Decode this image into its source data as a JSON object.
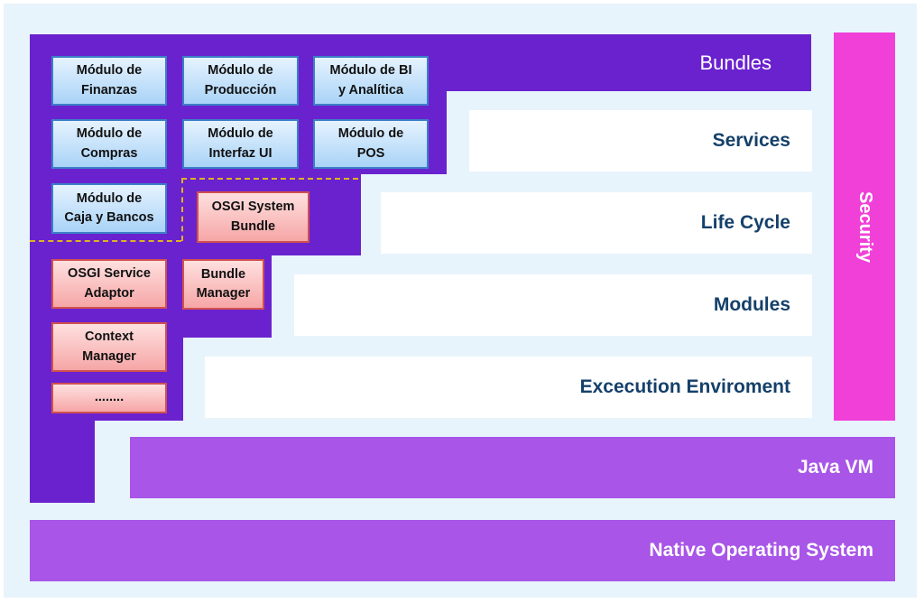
{
  "layers": {
    "bundles": "Bundles",
    "services": "Services",
    "life_cycle": "Life Cycle",
    "modules": "Modules",
    "execution": "Excecution Enviroment",
    "java_vm": "Java VM",
    "native_os": "Native Operating System",
    "security": "Security"
  },
  "app_modules": [
    {
      "label": "Módulo de\nFinanzas"
    },
    {
      "label": "Módulo de\nProducción"
    },
    {
      "label": "Módulo de BI\ny Analítica"
    },
    {
      "label": "Módulo de\nCompras"
    },
    {
      "label": "Módulo de\nInterfaz UI"
    },
    {
      "label": "Módulo de\nPOS"
    },
    {
      "label": "Módulo de\nCaja y Bancos"
    }
  ],
  "system_modules": [
    {
      "label": "OSGI System\nBundle"
    },
    {
      "label": "OSGI Service\nAdaptor"
    },
    {
      "label": "Bundle\nManager"
    },
    {
      "label": "Context\nManager"
    },
    {
      "label": "........"
    }
  ],
  "colors": {
    "bundles": "#6a22cf",
    "layer_purple": "#a855e8",
    "security": "#f040d8",
    "layer_text": "#15406a",
    "module_blue": "#a9d3f7",
    "module_red": "#f6a6a6",
    "background": "#e8f4fc"
  }
}
